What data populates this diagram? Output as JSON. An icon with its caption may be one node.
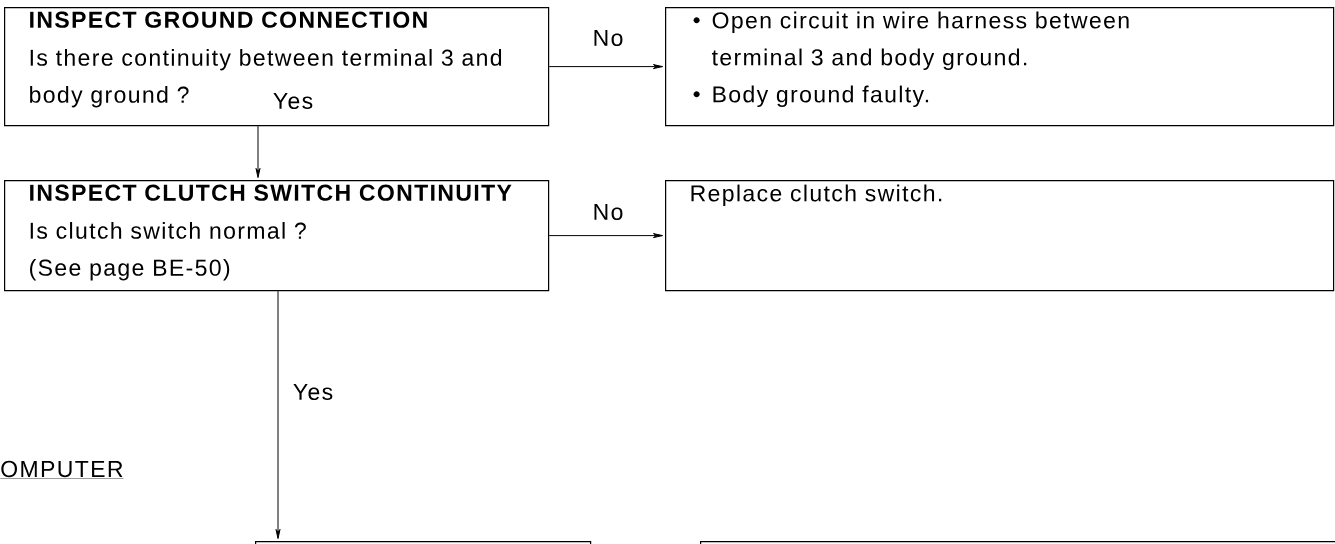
{
  "diagram": {
    "nodes": [
      {
        "text": [
          "INSPECT GROUND CONNECTION",
          "Is there continuity between terminal 3 and body ground ?"
        ]
      },
      {
        "text": [
          "Open circuit in wire harness between terminal 3 and body ground.",
          "Body ground faulty."
        ]
      },
      {
        "text": [
          "INSPECT CLUTCH SWITCH CONTINUITY",
          "Is clutch switch normal ?",
          "(See page BE-50)"
        ]
      },
      {
        "text": [
          "Replace clutch switch."
        ]
      },
      {
        "text": [],
        "shape": "box"
      },
      {
        "text": [],
        "shape": "box"
      }
    ],
    "edges": [
      {
        "from": 0,
        "to": 1,
        "arrow": "to",
        "label": "No"
      },
      {
        "from": 0,
        "to": 2,
        "arrow": "to",
        "label": "Yes"
      },
      {
        "from": 2,
        "to": 3,
        "arrow": "to",
        "label": "No"
      },
      {
        "from": 2,
        "to": 4,
        "arrow": "to",
        "label": "Yes"
      }
    ],
    "labels": [
      "OMPUTER"
    ]
  }
}
